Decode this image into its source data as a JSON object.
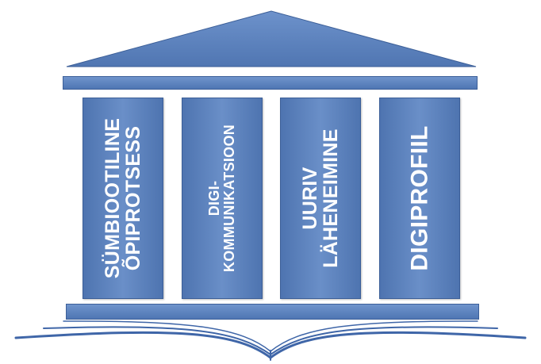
{
  "pillars": [
    {
      "id": "symbiotic",
      "label": "SÜMBIOOTILINE\nÕPIPROTSESS"
    },
    {
      "id": "digicomm",
      "label": "DIGI-\nKOMMUNIKATSIOON"
    },
    {
      "id": "inquiry",
      "label": "UURIV\nLÄHENEIMINE"
    },
    {
      "id": "digiprofile",
      "label": "DIGIPROFIIL"
    }
  ],
  "colors": {
    "fill": "#5b81bd",
    "stroke": "#3c5f98",
    "text": "#ffffff"
  },
  "icons": {
    "base": "open-book-icon"
  }
}
